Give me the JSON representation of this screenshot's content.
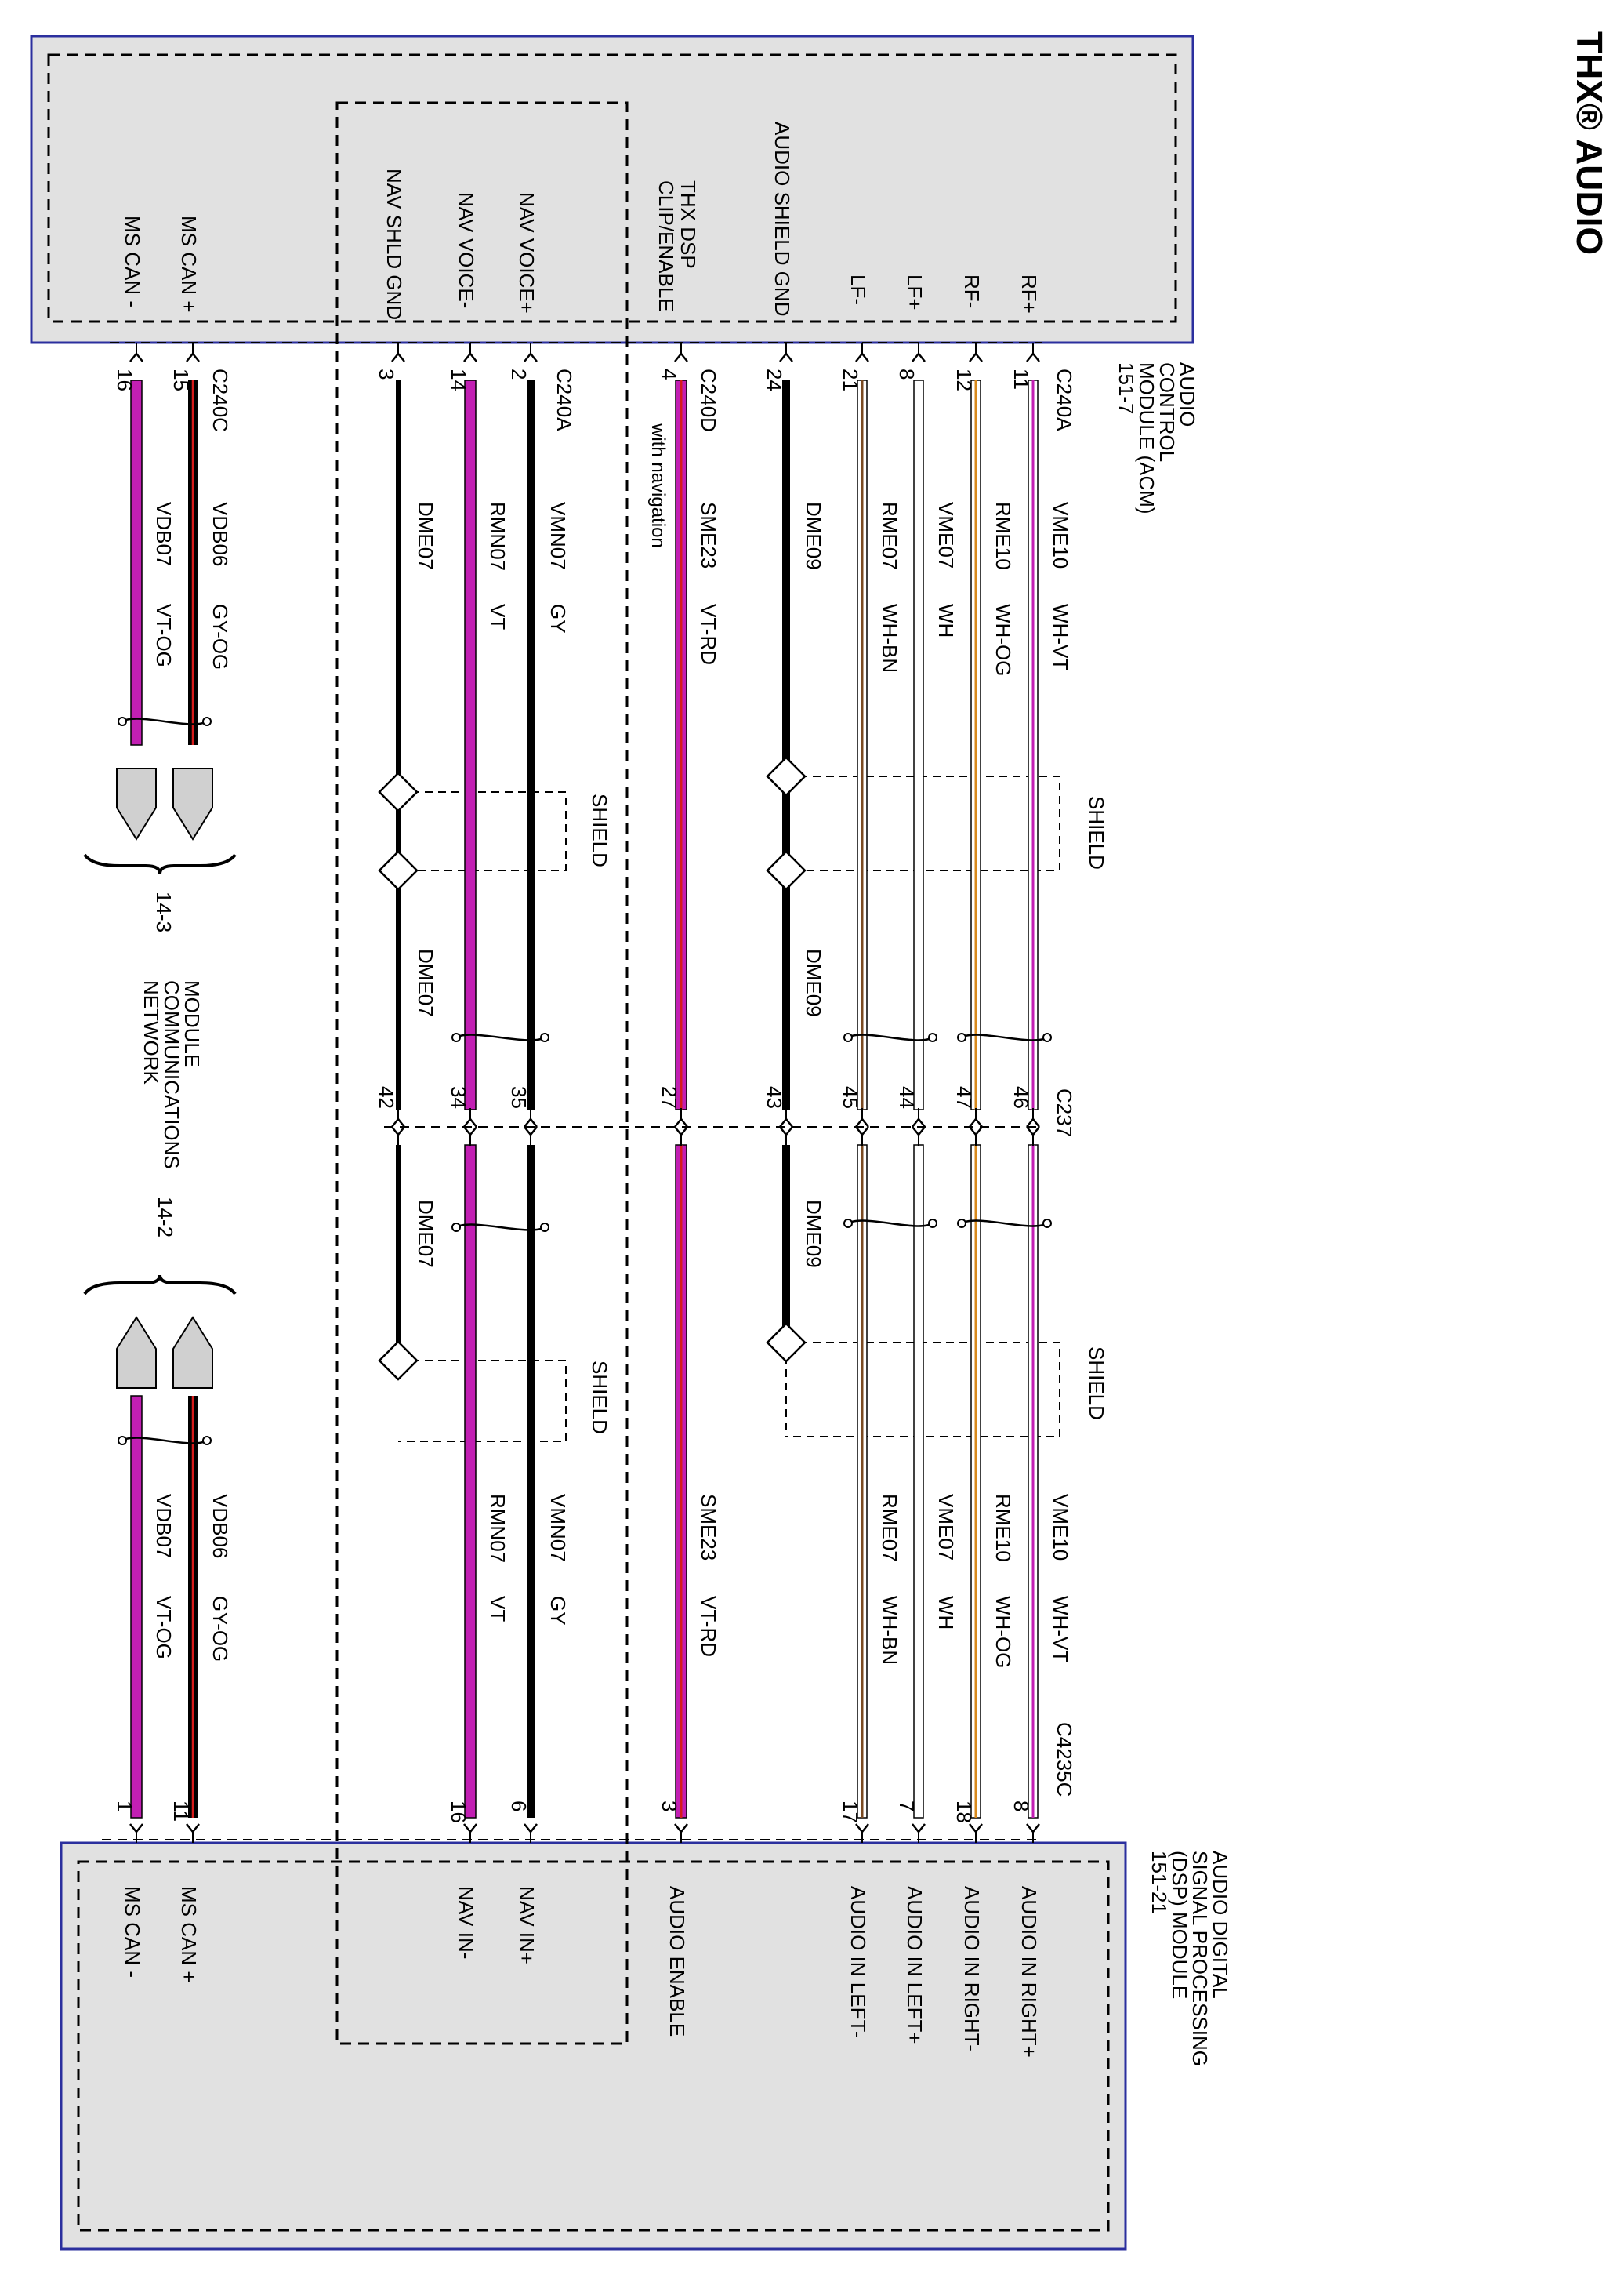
{
  "title": "THX® AUDIO",
  "colors": {
    "module_fill": "#e1e1e1",
    "module_border": "#2b2f9e",
    "GY": "#8c8c8c",
    "BK": "#000000",
    "VT": "#c21fb3",
    "RD": "#d61c1c",
    "OG": "#d98a1c",
    "WH": "#ffffff",
    "BN": "#7a4a22",
    "comm_fill": "#d0d0d0"
  },
  "acm": {
    "name_lines": [
      "AUDIO",
      "CONTROL",
      "MODULE (ACM)",
      "151-7"
    ],
    "pins": [
      {
        "key": "rfp",
        "label": "RF+"
      },
      {
        "key": "rfm",
        "label": "RF-"
      },
      {
        "key": "lfp",
        "label": "LF+"
      },
      {
        "key": "lfm",
        "label": "LF-"
      },
      {
        "key": "shd",
        "label": "AUDIO SHIELD GND"
      },
      {
        "key": "thx",
        "label": "THX DSP CLIP/ENABLE"
      },
      {
        "key": "nvp",
        "label": "NAV VOICE+"
      },
      {
        "key": "nvm",
        "label": "NAV VOICE-"
      },
      {
        "key": "nsg",
        "label": "NAV SHLD GND"
      },
      {
        "key": "csp",
        "label": "MS CAN +"
      },
      {
        "key": "csm",
        "label": "MS CAN -"
      }
    ]
  },
  "dsp": {
    "name_lines": [
      "AUDIO DIGITAL",
      "SIGNAL PROCESSING",
      "(DSP) MODULE",
      "151-21"
    ],
    "pins": [
      {
        "key": "rfp",
        "label": "AUDIO IN RIGHT+"
      },
      {
        "key": "rfm",
        "label": "AUDIO IN RIGHT-"
      },
      {
        "key": "lfp",
        "label": "AUDIO IN LEFT+"
      },
      {
        "key": "lfm",
        "label": "AUDIO IN LEFT-"
      },
      {
        "key": "thx",
        "label": "AUDIO ENABLE"
      },
      {
        "key": "nvp",
        "label": "NAV IN+"
      },
      {
        "key": "nvm",
        "label": "NAV IN-"
      },
      {
        "key": "csp",
        "label": "MS CAN +"
      },
      {
        "key": "csm",
        "label": "MS CAN -"
      }
    ]
  },
  "connectors": {
    "acm_a": "C240A",
    "acm_a2": "C240A",
    "acm_d": "C240D",
    "acm_c": "C240C",
    "inline": "C237",
    "dsp": "C4235C"
  },
  "notes": {
    "with_navigation": "with navigation",
    "shield": "SHIELD",
    "comm_label_lines": [
      "MODULE",
      "COMMUNICATIONS",
      "NETWORK"
    ],
    "comm_ref_acm": "14-3",
    "comm_ref_dsp": "14-2"
  },
  "wires": [
    {
      "key": "rfp",
      "circuit": "VME10",
      "color": "WH-VT",
      "base": "WH",
      "stripe": "VT",
      "acm_pin": "11",
      "c237_pin": "46",
      "dsp_pin": "8"
    },
    {
      "key": "rfm",
      "circuit": "RME10",
      "color": "WH-OG",
      "base": "WH",
      "stripe": "OG",
      "acm_pin": "12",
      "c237_pin": "47",
      "dsp_pin": "18"
    },
    {
      "key": "lfp",
      "circuit": "VME07",
      "color": "WH",
      "base": "WH",
      "stripe": "",
      "acm_pin": "8",
      "c237_pin": "44",
      "dsp_pin": "7"
    },
    {
      "key": "lfm",
      "circuit": "RME07",
      "color": "WH-BN",
      "base": "WH",
      "stripe": "BN",
      "acm_pin": "21",
      "c237_pin": "45",
      "dsp_pin": "17"
    },
    {
      "key": "shd",
      "circuit": "DME09",
      "color": "",
      "base": "BK",
      "stripe": "",
      "acm_pin": "24",
      "c237_pin": "43",
      "dsp_pin": ""
    },
    {
      "key": "thx",
      "circuit": "SME23",
      "color": "VT-RD",
      "base": "VT",
      "stripe": "RD",
      "acm_pin": "4",
      "c237_pin": "27",
      "dsp_pin": "3"
    },
    {
      "key": "nvp",
      "circuit": "VMN07",
      "color": "GY",
      "base": "BK",
      "stripe": "",
      "acm_pin": "2",
      "c237_pin": "35",
      "dsp_pin": "6"
    },
    {
      "key": "nvm",
      "circuit": "RMN07",
      "color": "VT",
      "base": "VT",
      "stripe": "",
      "acm_pin": "14",
      "c237_pin": "34",
      "dsp_pin": "16"
    },
    {
      "key": "nsg",
      "circuit": "DME07",
      "color": "",
      "base": "BK",
      "stripe": "",
      "acm_pin": "3",
      "c237_pin": "42",
      "dsp_pin": ""
    },
    {
      "key": "csp",
      "circuit": "VDB06",
      "color": "GY-OG",
      "base": "BK",
      "stripe": "RD",
      "acm_pin": "15",
      "c237_pin": "",
      "dsp_pin": "11"
    },
    {
      "key": "csm",
      "circuit": "VDB07",
      "color": "VT-OG",
      "base": "VT",
      "stripe": "",
      "acm_pin": "16",
      "c237_pin": "",
      "dsp_pin": "1"
    }
  ]
}
